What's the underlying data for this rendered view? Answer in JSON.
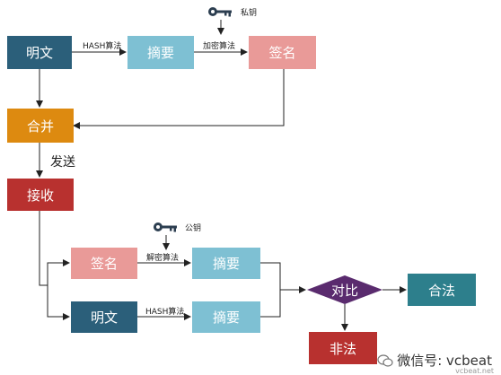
{
  "nodes": {
    "plaintext_top": "明文",
    "digest_top": "摘要",
    "signature_top": "签名",
    "merge": "合并",
    "receive": "接收",
    "signature_bottom": "签名",
    "digest_bottom_1": "摘要",
    "plaintext_bottom": "明文",
    "digest_bottom_2": "摘要",
    "compare": "对比",
    "legal": "合法",
    "illegal": "非法"
  },
  "labels": {
    "hash_top": "HASH算法",
    "encrypt": "加密算法",
    "private_key": "私钥",
    "send": "发送",
    "decrypt": "解密算法",
    "public_key": "公钥",
    "hash_bottom": "HASH算法"
  },
  "watermark": {
    "text": "微信号: vcbeat",
    "sub": "vcbeat.net"
  },
  "colors": {
    "dark_teal": "#2b5f7a",
    "light_teal": "#7ec0d3",
    "salmon": "#e99a98",
    "orange": "#dd8a10",
    "dark_red": "#b8312f",
    "purple": "#5a2b6e",
    "green_teal": "#2d7f8c",
    "key": "#2c3e50"
  },
  "icons": [
    "key-icon",
    "wechat-icon"
  ]
}
